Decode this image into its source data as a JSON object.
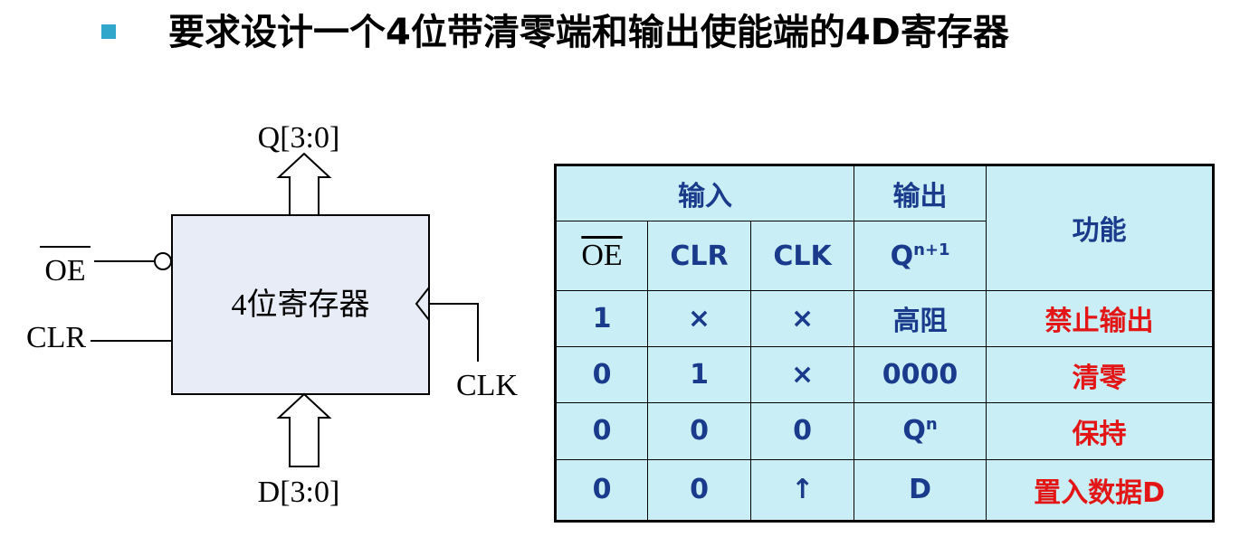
{
  "title": "要求设计一个4位带清零端和输出使能端的4D寄存器",
  "diagram": {
    "block_label": "4位寄存器",
    "output_label": "Q[3:0]",
    "input_label": "D[3:0]",
    "oe_label": "OE",
    "clr_label": "CLR",
    "clk_label": "CLK"
  },
  "table": {
    "group_input": "输入",
    "group_output": "输出",
    "function_header": "功能",
    "col_oe": "OE",
    "col_clr": "CLR",
    "col_clk": "CLK",
    "col_q_base": "Q",
    "col_q_sup": "n+1",
    "rows": [
      {
        "oe": "1",
        "clr": "×",
        "clk": "×",
        "q": "高阻",
        "q_sup": "",
        "func": "禁止输出"
      },
      {
        "oe": "0",
        "clr": "1",
        "clk": "×",
        "q": "0000",
        "q_sup": "",
        "func": "清零"
      },
      {
        "oe": "0",
        "clr": "0",
        "clk": "0",
        "q": "Q",
        "q_sup": "n",
        "func": "保持"
      },
      {
        "oe": "0",
        "clr": "0",
        "clk": "↑",
        "q": "D",
        "q_sup": "",
        "func": "置入数据D"
      }
    ]
  },
  "colors": {
    "bullet": "#33a6cc",
    "block_fill": "#e8ecf6",
    "table_fill": "#c9eef6",
    "table_text": "#1a3a8c",
    "function_text": "#e31515"
  }
}
